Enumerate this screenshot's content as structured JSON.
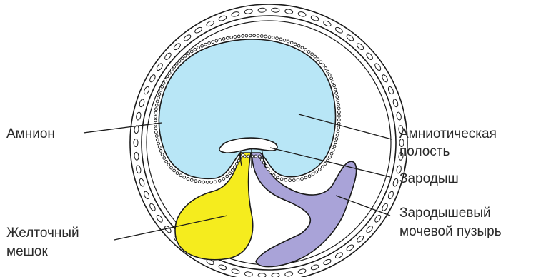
{
  "labels": {
    "amnion": "Амнион",
    "amniotic_cavity_line1": "Амниотическая",
    "amniotic_cavity_line2": "полость",
    "embryo": "Зародыш",
    "allantois_line1": "Зародышевый",
    "allantois_line2": "мочевой пузырь",
    "yolk_sac_line1": "Желточный",
    "yolk_sac_line2": "мешок"
  },
  "colors": {
    "amniotic_cavity": "#b8e6f6",
    "yolk_sac": "#f5ec1e",
    "allantois": "#a9a3d8",
    "embryo": "#ffffff",
    "outline": "#1a1a1a",
    "text": "#2a2a2a"
  }
}
